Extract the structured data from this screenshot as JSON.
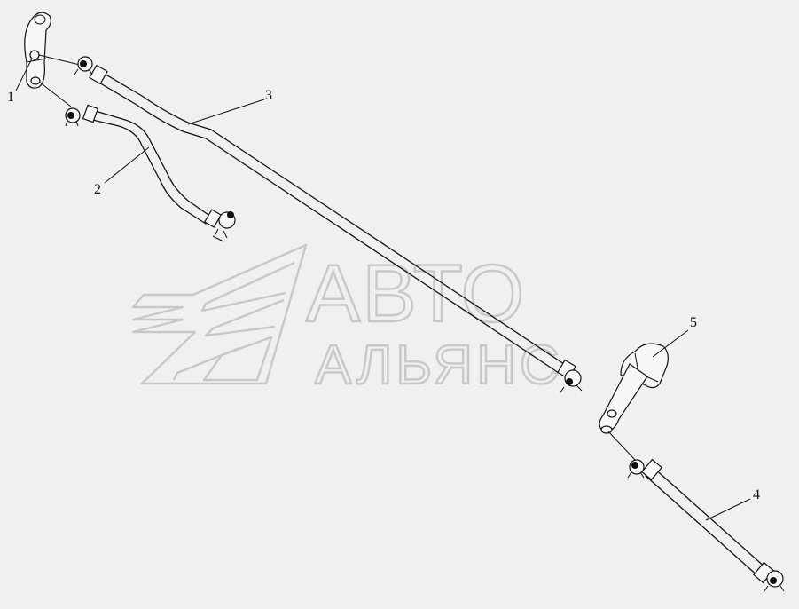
{
  "watermark": {
    "line1": "АВТО",
    "line2": "АЛЬЯНС"
  },
  "callouts": [
    {
      "label": "1"
    },
    {
      "label": "2"
    },
    {
      "label": "3"
    },
    {
      "label": "4"
    },
    {
      "label": "5"
    }
  ]
}
